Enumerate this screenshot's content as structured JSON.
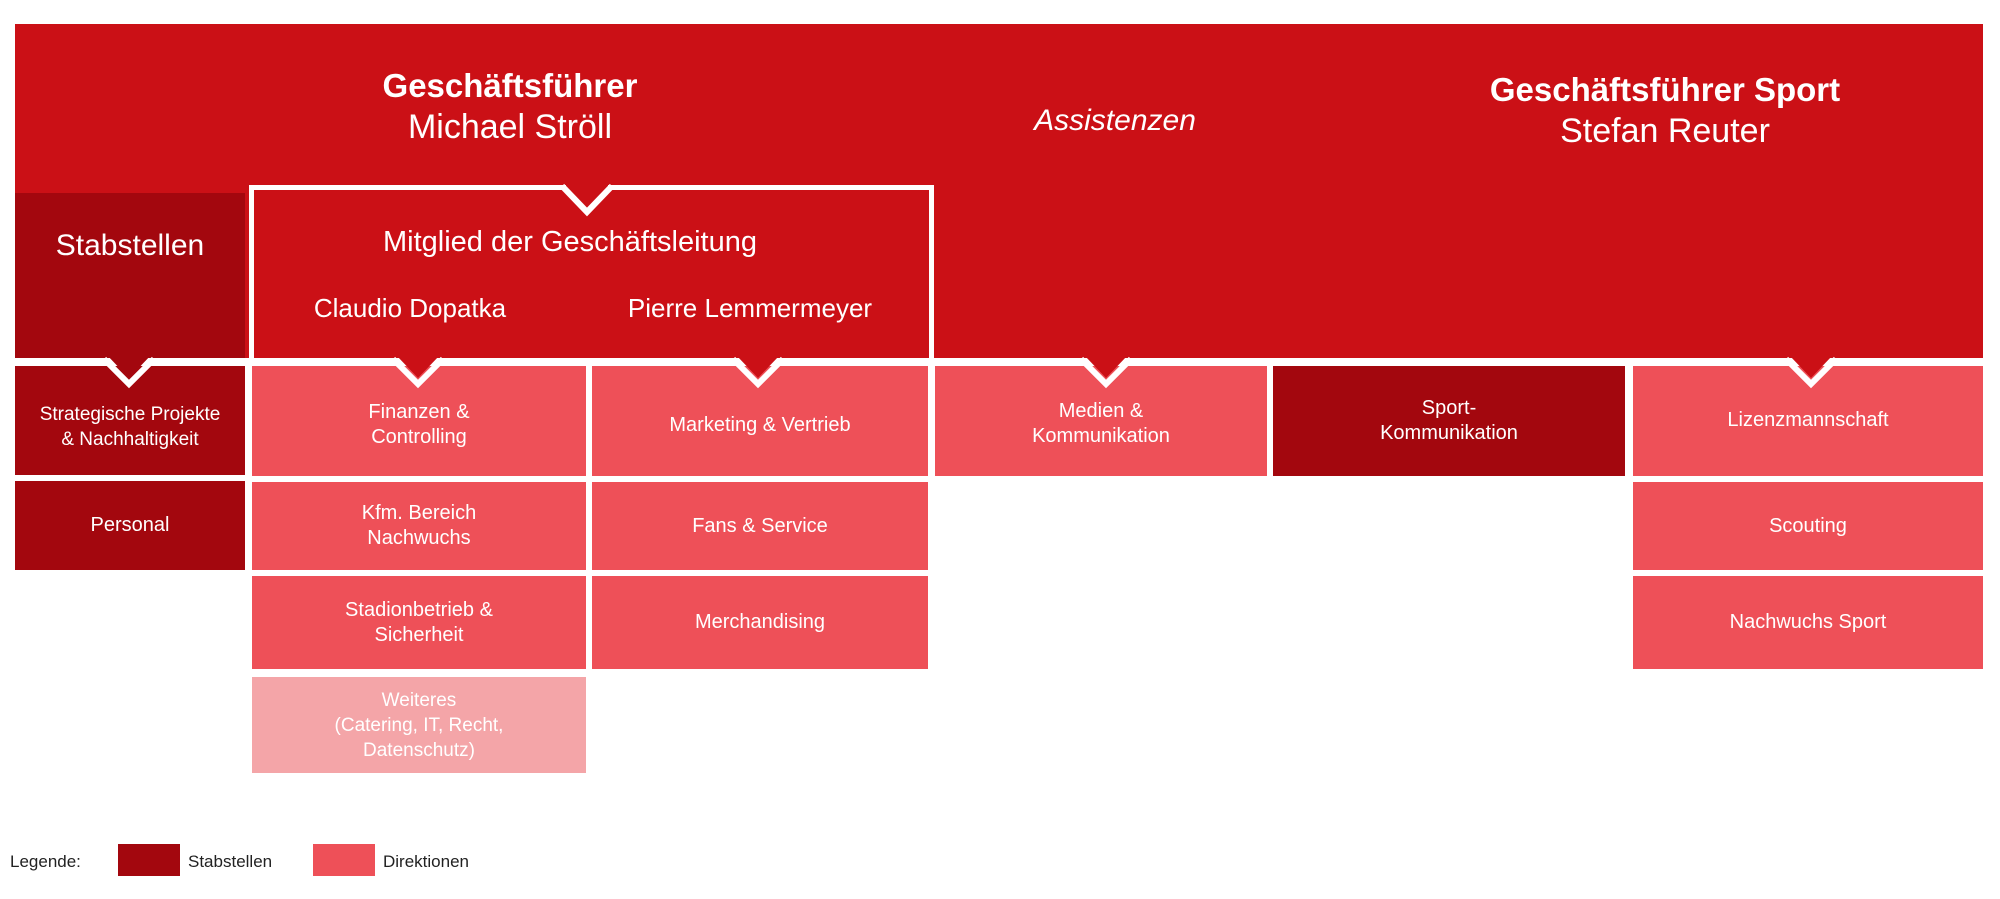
{
  "colors": {
    "top": "#cb1016",
    "stabstellen": "#a3070e",
    "direktionen": "#ee5058",
    "weiteres": "#f4a5a8"
  },
  "header": {
    "gf_title": "Geschäftsführer",
    "gf_name": "Michael Ströll",
    "assistenzen": "Assistenzen",
    "sport_title": "Geschäftsführer Sport",
    "sport_name": "Stefan Reuter"
  },
  "stabstellen_header": "Stabstellen",
  "geschaeftsleitung": {
    "title": "Mitglied der Geschäftsleitung",
    "member1": "Claudio Dopatka",
    "member2": "Pierre Lemmermeyer"
  },
  "units": {
    "strategische": "Strategische Projekte\n& Nachhaltigkeit",
    "personal": "Personal",
    "finanzen": "Finanzen &\nControlling",
    "kfm": "Kfm. Bereich\nNachwuchs",
    "stadion": "Stadionbetrieb &\nSicherheit",
    "weiteres": "Weiteres\n(Catering, IT, Recht,\nDatenschutz)",
    "marketing": "Marketing & Vertrieb",
    "fans": "Fans & Service",
    "merch": "Merchandising",
    "medien": "Medien &\nKommunikation",
    "sport_komm": "Sport-\nKommunikation",
    "lizenz": "Lizenzmannschaft",
    "scouting": "Scouting",
    "nachwuchs_sport": "Nachwuchs Sport"
  },
  "legend": {
    "label": "Legende:",
    "stabstellen": "Stabstellen",
    "direktionen": "Direktionen"
  }
}
